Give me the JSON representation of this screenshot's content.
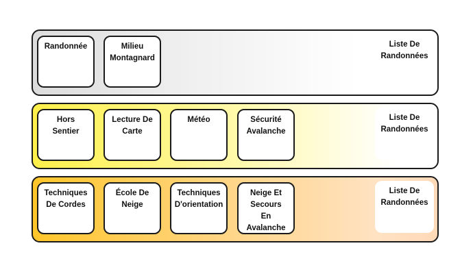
{
  "rows": [
    {
      "cards": [
        "Randonnée",
        "Milieu\nMontagnard"
      ],
      "list_label": "Liste De\nRandonnées"
    },
    {
      "cards": [
        "Hors\nSentier",
        "Lecture De\nCarte",
        "Météo",
        "Sécurité\nAvalanche"
      ],
      "list_label": "Liste De\nRandonnées"
    },
    {
      "cards": [
        "Techniques\nDe Cordes",
        "École De\nNeige",
        "Techniques\nD'orientation",
        "Neige Et\nSecours\nEn\nAvalanche"
      ],
      "list_label": "Liste De\nRandonnées"
    }
  ]
}
